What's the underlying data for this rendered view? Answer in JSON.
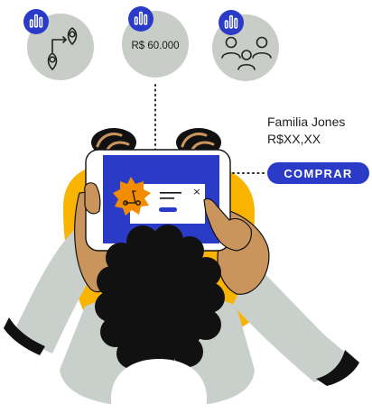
{
  "cards": [
    {
      "name": "route",
      "icon": "route-icon"
    },
    {
      "name": "price",
      "icon": "price-icon",
      "price_label": "R$ 60.000"
    },
    {
      "name": "users",
      "icon": "users-icon"
    }
  ],
  "badge_icon": "bar-chart-icon",
  "family": {
    "name": "Familia Jones",
    "price": "R$XX,XX"
  },
  "buy_button": {
    "label": "COMPRAR"
  },
  "popup": {
    "close_label": "×",
    "badge_icon": "scooter-icon"
  },
  "colors": {
    "accent_blue": "#2a3cc7",
    "circle_gray": "#c8cdc8",
    "sweater_yellow": "#f8b400",
    "skin_tan": "#c9955c",
    "badge_orange": "#f28c00",
    "sleeve_gray": "#c9d0cc",
    "hair_black": "#111111",
    "ink": "#222222"
  }
}
